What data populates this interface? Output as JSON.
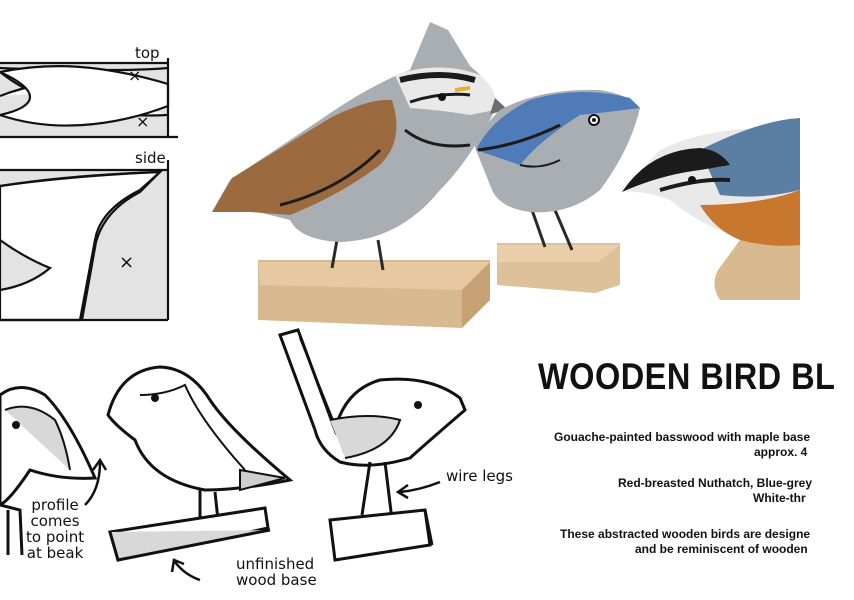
{
  "sketch_labels": {
    "top": "top",
    "side": "side",
    "x_mark": "×",
    "wire_legs": "wire legs",
    "profile_note": [
      "profile",
      "comes",
      "to point",
      "at beak"
    ],
    "base_note": [
      "unfinished",
      "wood base"
    ]
  },
  "poster": {
    "title": "WOODEN BIRD BL",
    "materials_line1": "Gouache-painted basswood with maple base",
    "materials_line2": "approx. 4",
    "species_line1": "Red-breasted Nuthatch, Blue-grey",
    "species_line2": "White-thr",
    "desc_line1": "These abstracted wooden birds are designe",
    "desc_line2": "and be reminiscent of wooden"
  },
  "colors": {
    "sparrow_wing": "#9b6a3f",
    "body_grey": "#a9aeb3",
    "gnatcatcher_blue": "#4f7bb8",
    "nuthatch_orange": "#c8772f",
    "nuthatch_back": "#5b7fa3",
    "base_wood": "#d9b98f",
    "beak_yellow": "#e3b22a"
  }
}
